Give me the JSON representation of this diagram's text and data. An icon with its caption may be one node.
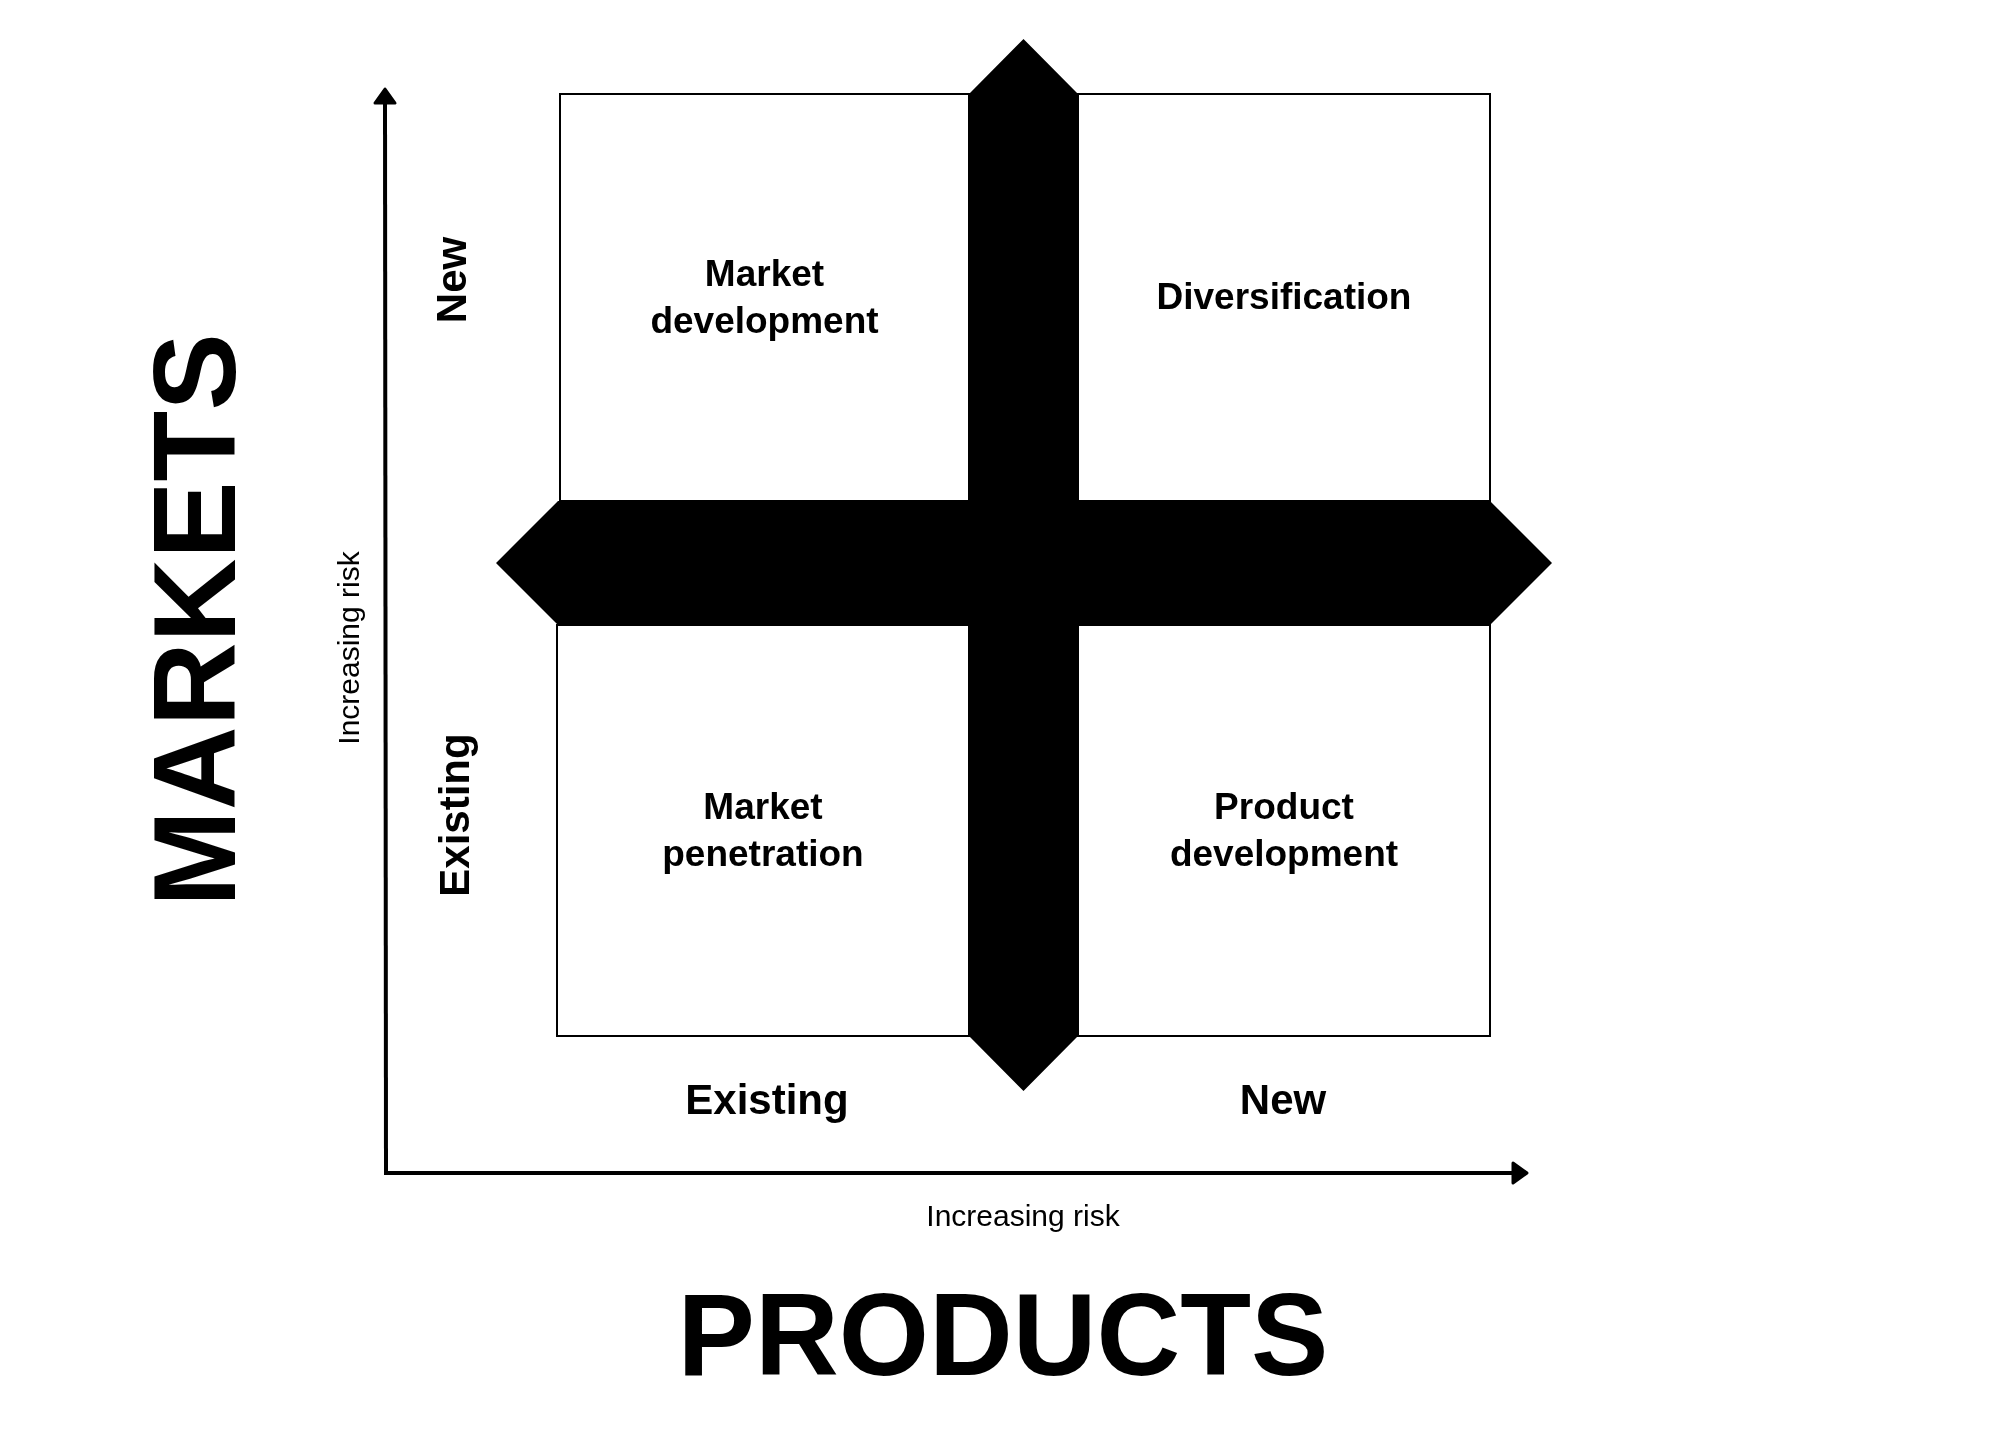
{
  "diagram": {
    "nodes": [
      {
        "text": [
          "Market development"
        ]
      },
      {
        "text": [
          "Diversification"
        ]
      },
      {
        "text": [
          "Market penetration"
        ]
      },
      {
        "text": [
          "Product development"
        ]
      }
    ],
    "labels": [
      "MARKETS",
      "Increasing risk",
      "New",
      "Existing",
      "Existing",
      "New",
      "Increasing risk",
      "PRODUCTS"
    ]
  }
}
